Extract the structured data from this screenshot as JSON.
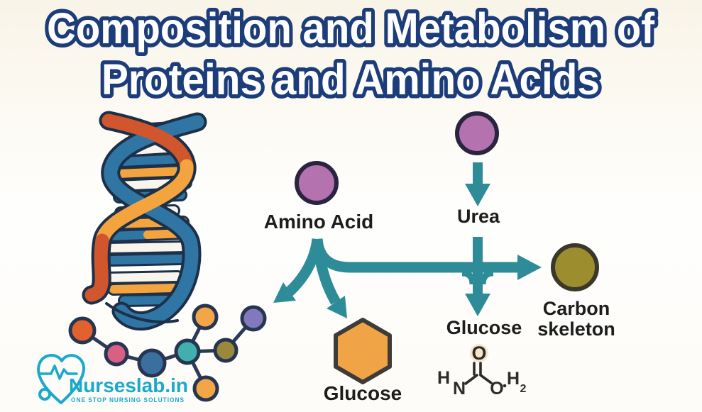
{
  "title": {
    "line1": "Composition and Metabolism of",
    "line2": "Proteins and Amino Acids"
  },
  "diagram": {
    "amino_acid_label": "Amino Acid",
    "urea_label": "Urea",
    "glucose_label": "Glucose",
    "glucose_hexagon_label": "Glucose",
    "carbon_skeleton_line1": "Carbon",
    "carbon_skeleton_line2": "skeleton",
    "formula": {
      "h_left": "H",
      "n": "N",
      "o_top": "O",
      "o_right": "O",
      "h_right": "H",
      "subscript_2": "2"
    }
  },
  "logo": {
    "brand": "Nurseslab.in",
    "tagline": "ONE STOP NURSING SOLUTIONS"
  },
  "colors": {
    "background_cream": "#F9F4E8",
    "title_outline_navy": "#1C3D7A",
    "title_fill": "#FFFFFF",
    "arrow_teal": "#2E8C98",
    "node_purple": "#B472AE",
    "node_purple_outline": "#2A2440",
    "node_olive": "#9C8D2F",
    "node_olive_outline": "#3A382B",
    "hexagon_orange": "#F0A445",
    "hexagon_outline": "#3E3C38",
    "label_ink": "#1D1D1D",
    "formula_ink": "#2E2B28",
    "formula_halo_beige": "#F7E7C9",
    "logo_teal": "#1BA9C9",
    "dna_red": "#D1552D",
    "dna_blue": "#2F76A5",
    "dna_orange": "#F4A43F",
    "dna_white": "#F8F5EC",
    "dna_outline": "#1D3049",
    "bead_colors": [
      "#E2622F",
      "#D95F84",
      "#3A6F9E",
      "#41AFAC",
      "#F2A647",
      "#8279BD",
      "#99893B",
      "#F2A647"
    ]
  }
}
